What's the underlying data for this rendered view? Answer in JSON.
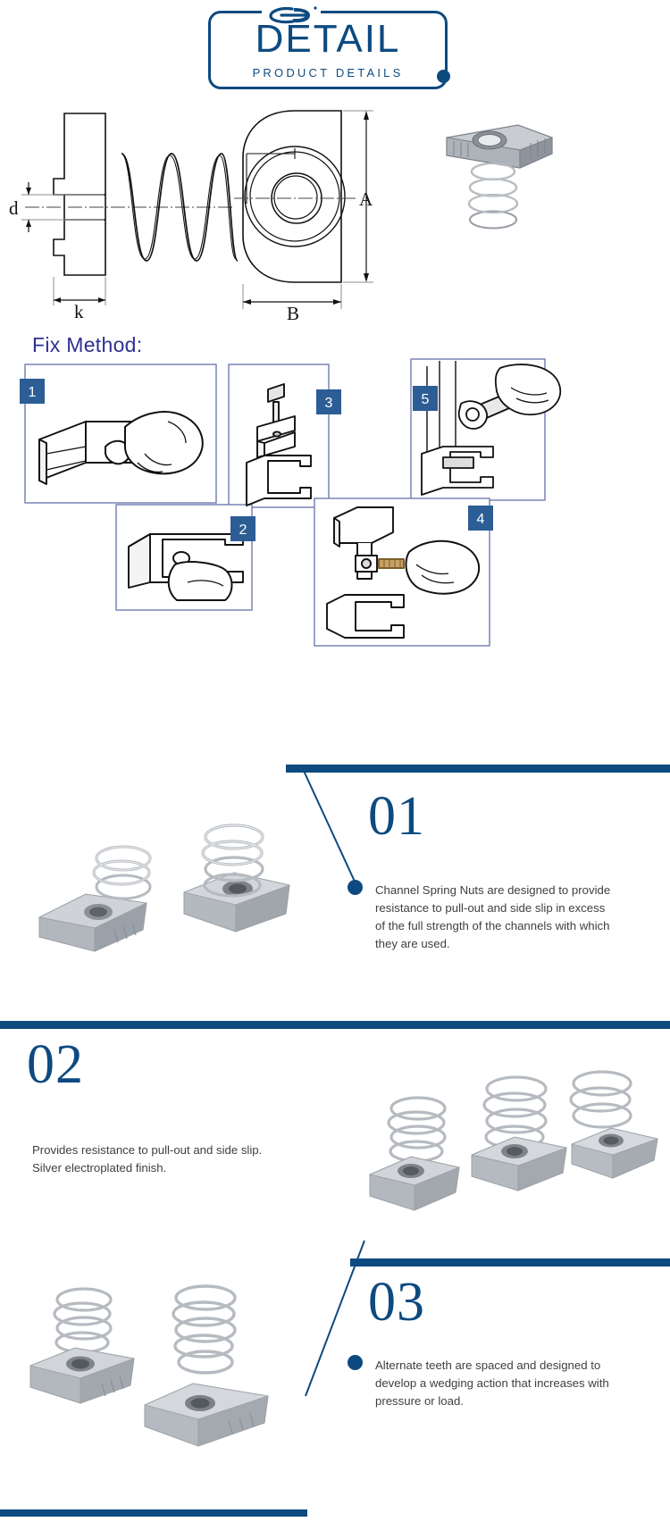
{
  "banner": {
    "logo_name": "che-logo",
    "title": "DETAIL",
    "subtitle": "PRODUCT DETAILS",
    "accent_color": "#0d4a80"
  },
  "technical_drawing": {
    "name": "channel-spring-nut-cad-drawing",
    "dimension_labels": [
      "d",
      "k",
      "A",
      "B"
    ],
    "views": [
      "side-section-view",
      "front-view",
      "isometric-photo"
    ]
  },
  "fix_method": {
    "heading": "Fix Method:",
    "heading_color": "#2e3192",
    "steps": [
      {
        "number": "1",
        "name": "insert-nut-into-channel"
      },
      {
        "number": "2",
        "name": "push-nut-along-channel"
      },
      {
        "number": "3",
        "name": "position-bracket-on-channel"
      },
      {
        "number": "4",
        "name": "insert-bolt-through-bracket"
      },
      {
        "number": "5",
        "name": "tighten-with-wrench"
      }
    ]
  },
  "features": [
    {
      "number": "01",
      "text": "Channel Spring Nuts are designed to provide resistance to pull-out and side slip in excess of the full strength of the channels with which they are used.",
      "photo_name": "spring-nut-pair-photo",
      "align": "right"
    },
    {
      "number": "02",
      "text": "Provides resistance to pull-out and side slip.\nSilver electroplated finish.",
      "photo_name": "three-spring-nuts-photo",
      "align": "left"
    },
    {
      "number": "03",
      "text": "Alternate teeth are spaced and designed to develop a wedging action that increases with pressure or load.",
      "photo_name": "spring-nuts-closeup-photo",
      "align": "right"
    }
  ],
  "colors": {
    "navy": "#0d4a80",
    "indigo": "#2e3192",
    "body_text": "#3f3f3f",
    "line_box": "#6f7cb0"
  }
}
